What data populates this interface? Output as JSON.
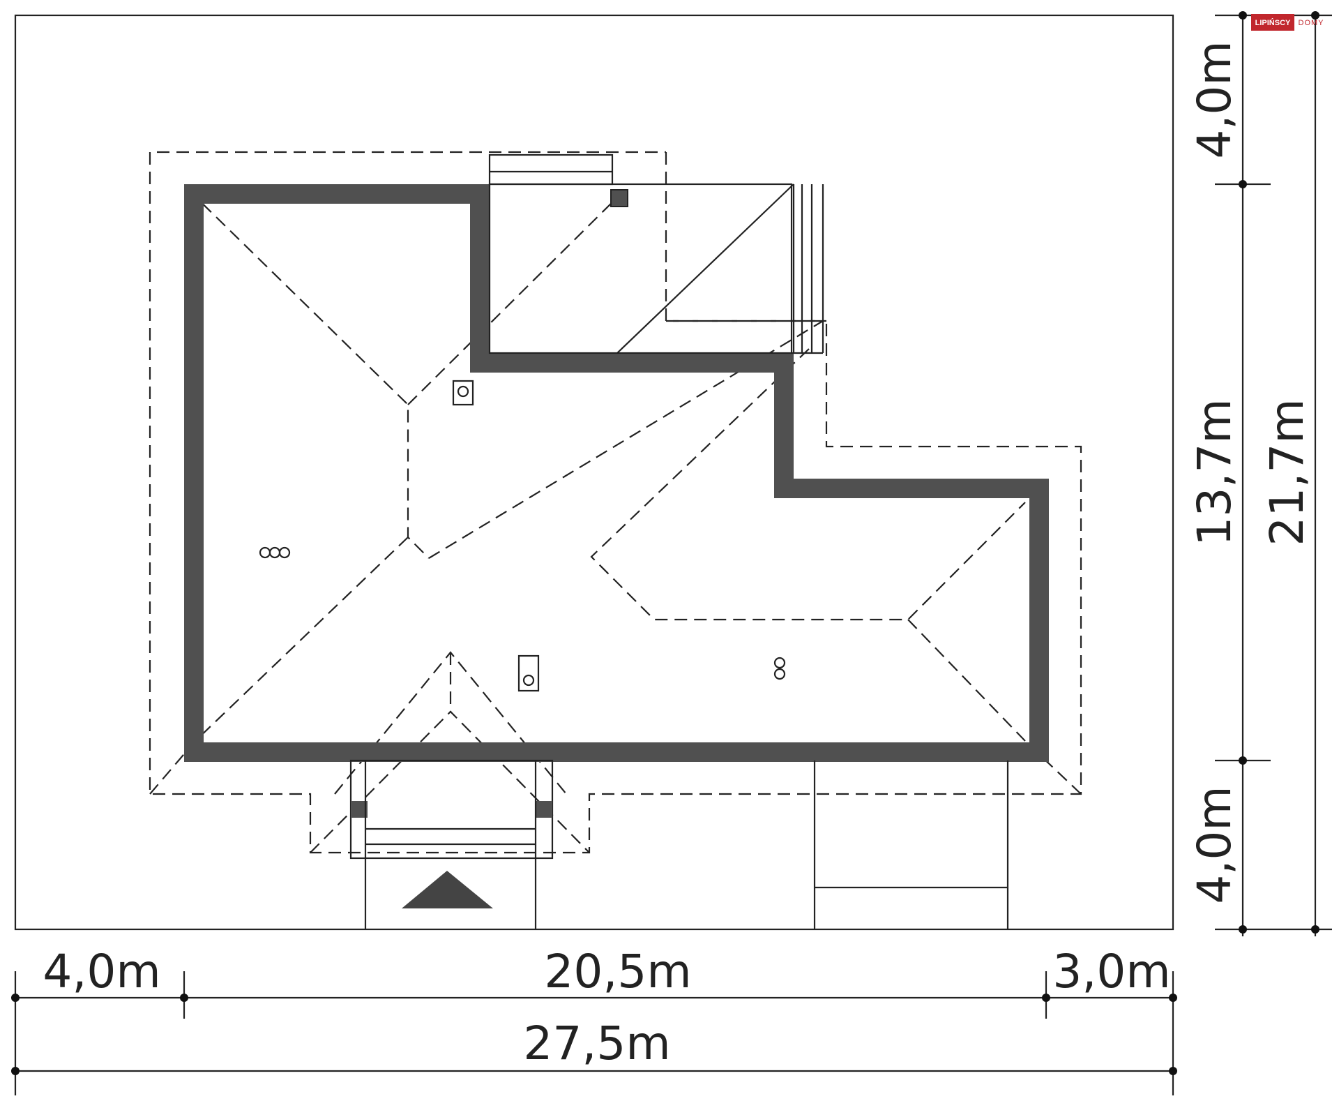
{
  "dimensions": {
    "left_setback": "4,0m",
    "building_width": "20,5m",
    "right_setback": "3,0m",
    "total_width": "27,5m",
    "top_setback": "4,0m",
    "building_depth": "13,7m",
    "bottom_setback": "4,0m",
    "total_depth": "21,7m"
  },
  "logo": {
    "brand": "LIPIŃSCY",
    "sub": "DOMY"
  },
  "colors": {
    "wall": "#505050",
    "line": "#222222",
    "logo_red": "#c1272d"
  }
}
